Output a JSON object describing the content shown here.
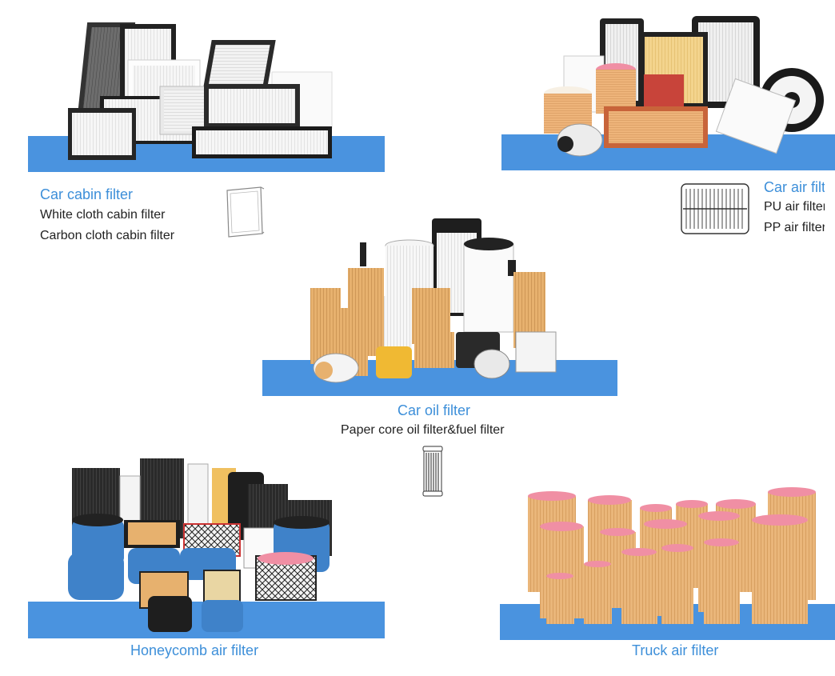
{
  "sections": {
    "cabin": {
      "title": "Car cabin filter",
      "lines": [
        "White cloth cabin filter",
        "Carbon cloth cabin filter"
      ],
      "icon": "panel-filter-icon"
    },
    "air": {
      "title": "Car air filter",
      "lines": [
        "PU air filter",
        "PP air filter"
      ],
      "icon": "pu-air-filter-icon"
    },
    "oil": {
      "title": "Car oil filter",
      "lines": [
        "Paper core oil filter&fuel filter"
      ],
      "icon": "cartridge-filter-icon"
    },
    "honeycomb": {
      "title": "Honeycomb air filter"
    },
    "truck": {
      "title": "Truck air filter"
    }
  },
  "colors": {
    "shelf": "#4a93df",
    "title": "#3d8fd9",
    "paper": "#e7b16e",
    "pink": "#f08fa4",
    "honeycomb_blue": "#3f82c9"
  }
}
